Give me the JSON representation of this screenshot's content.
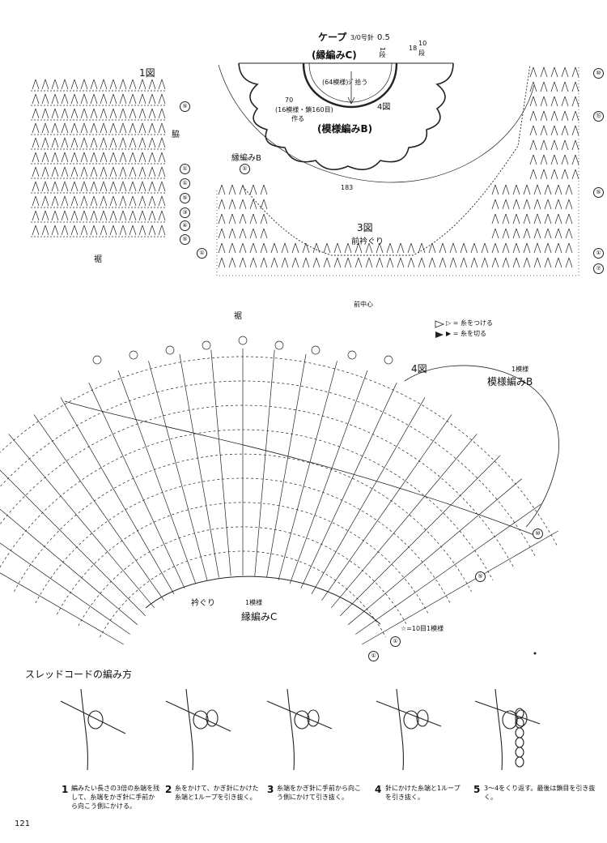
{
  "cape": {
    "title": "ケープ",
    "hook": "3/0号針",
    "edge_c": "(縁編みC)",
    "dim_05": "0.5",
    "dim_1dan": "1段",
    "dim_18": "18",
    "dim_10": "10",
    "dim_18_10_dan": "段",
    "decrease": "(64模様)ｼﾞ拾う",
    "dim_70": "70",
    "make": "(16模様・鎖160目)",
    "make2": "作る",
    "fig4_ref": "4図",
    "pattern_b": "(模様編みB)",
    "dim_183": "183"
  },
  "fig1": {
    "title": "1図",
    "side": "脇",
    "hem": "裾",
    "row_marks": [
      "⑤",
      "①",
      "①",
      "⑤",
      "③",
      "④",
      "⑤"
    ]
  },
  "fig3": {
    "title": "3図",
    "subtitle": "前衿ぐり",
    "edge_b": "縁編みB",
    "front_center": "前中心",
    "row_marks": [
      "⑩",
      "⑮",
      "⑤",
      "①",
      "⑦",
      "①",
      "①"
    ]
  },
  "fig4": {
    "title": "4図",
    "hem": "裾",
    "pattern_b": "模様編みB",
    "one_repeat_top": "1模様",
    "one_repeat_bottom": "1模様",
    "neckline": "衿ぐり",
    "edge_c": "縁編みC",
    "star_note": "☆=10目1模様",
    "row_marks": [
      "⑩",
      "⑤",
      "①",
      "①"
    ]
  },
  "legend": {
    "attach": "▷ = 糸をつける",
    "cut": "▶ = 糸を切る"
  },
  "thread_cord": {
    "title": "スレッドコードの編み方",
    "steps": [
      {
        "num": "1",
        "text": "編みたい長さの3倍の糸端を残して、糸端をかぎ針に手前から向こう側にかける。"
      },
      {
        "num": "2",
        "text": "糸をかけて、かぎ針にかけた糸端と1ループを引き抜く。"
      },
      {
        "num": "3",
        "text": "糸端をかぎ針に手前から向こう側にかけて引き抜く。"
      },
      {
        "num": "4",
        "text": "針にかけた糸端と1ループを引き抜く。"
      },
      {
        "num": "5",
        "text": "3〜4をくり返す。最後は鎖目を引き抜く。"
      }
    ]
  },
  "page_number": "121"
}
